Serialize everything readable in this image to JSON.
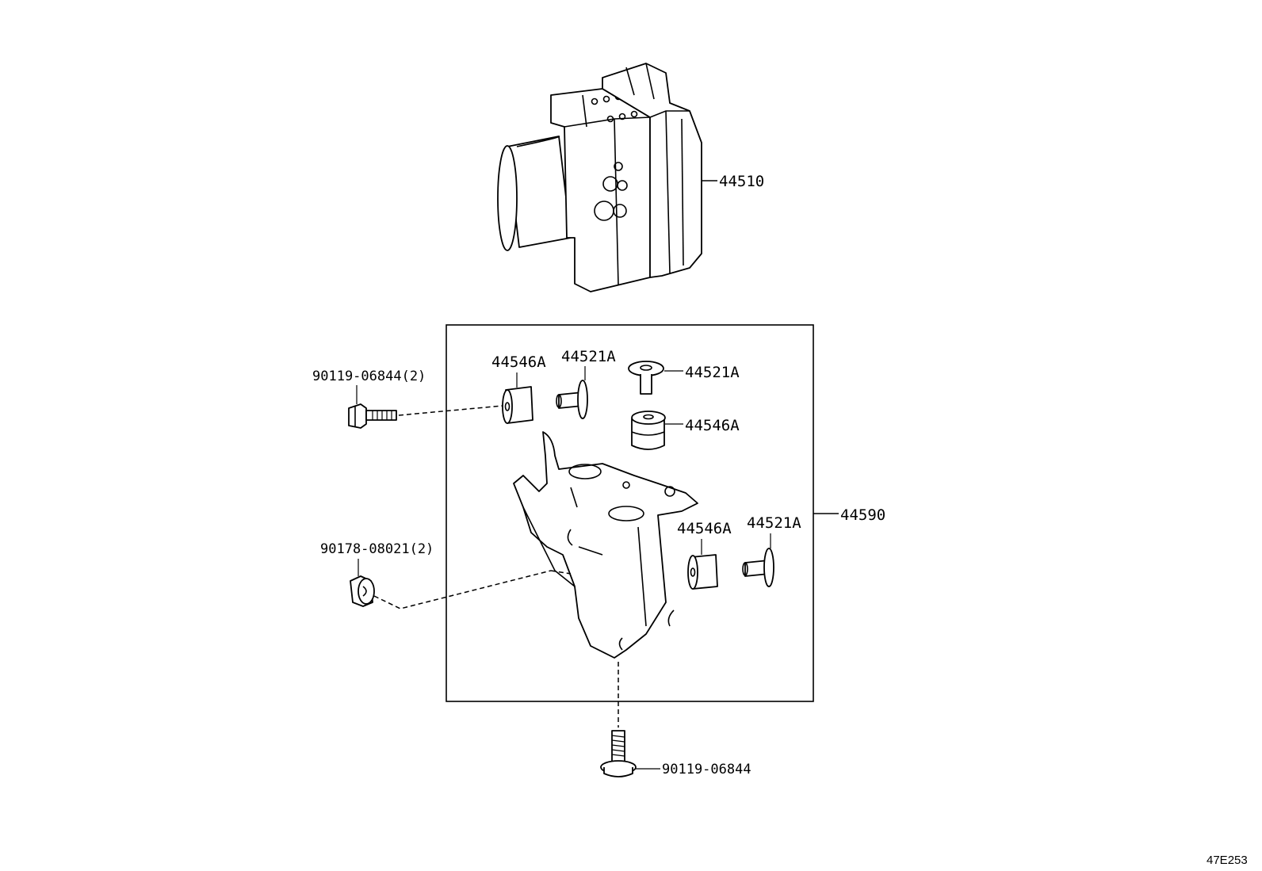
{
  "parts": {
    "actuator": "44510",
    "bracket_assy": "44590",
    "bolt_left": "90119-06844(2)",
    "nut_left": "90178-08021(2)",
    "bolt_bottom": "90119-06844",
    "cushion_top_left": "44546A",
    "collar_top_left": "44521A",
    "collar_top_right": "44521A",
    "cushion_top_right": "44546A",
    "cushion_right": "44546A",
    "collar_right": "44521A"
  },
  "diagram_ref": "47E253"
}
